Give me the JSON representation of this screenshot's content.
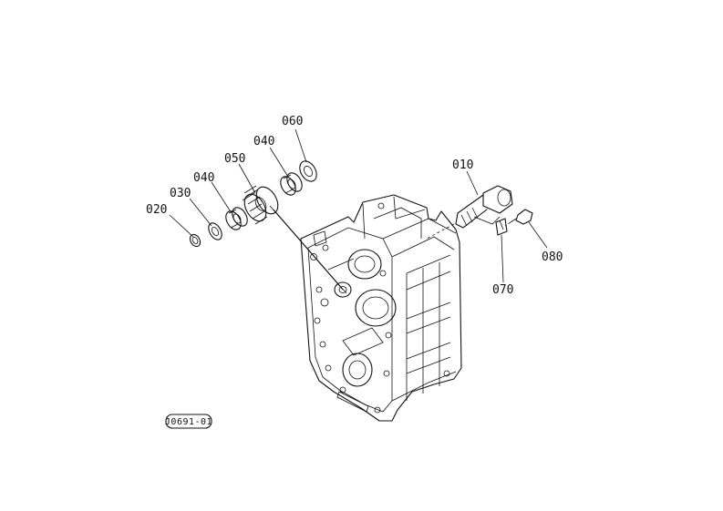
{
  "diagram": {
    "type": "exploded-parts-diagram",
    "callouts": [
      {
        "id": "010",
        "label": "010"
      },
      {
        "id": "020",
        "label": "020"
      },
      {
        "id": "030",
        "label": "030"
      },
      {
        "id": "040a",
        "label": "040"
      },
      {
        "id": "050",
        "label": "050"
      },
      {
        "id": "040b",
        "label": "040"
      },
      {
        "id": "060",
        "label": "060"
      },
      {
        "id": "070",
        "label": "070"
      },
      {
        "id": "080",
        "label": "080"
      }
    ],
    "stamp": "J0691-01"
  }
}
